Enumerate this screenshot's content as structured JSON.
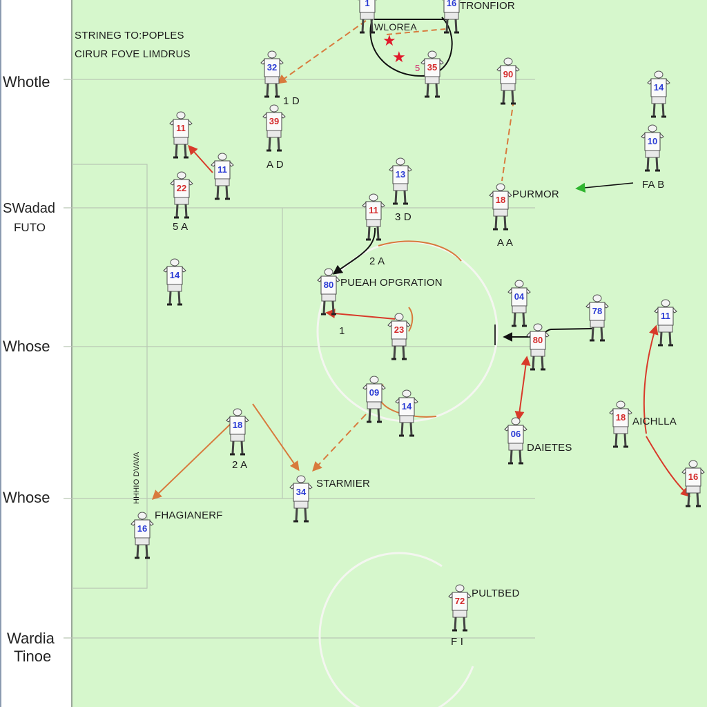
{
  "colors": {
    "pitch": "#d6f7cc",
    "pitch_lines": "#b9c7b4",
    "left_margin": "#ffffff",
    "arrow_orange": "#d87a3d",
    "arrow_red": "#d83a2a",
    "arrow_black": "#111111",
    "arrow_green": "#2fb52f",
    "star": "#e0192a",
    "red_number": "#d42a2a",
    "blue_number": "#2a3bd4"
  },
  "side_labels": {
    "whotle": "Whotle",
    "swadad": "SWadad",
    "futo": "FUTO",
    "whose_1": "Whose",
    "whose_2": "Whose",
    "wardia": "Wardia",
    "tinoe": "Tinoe"
  },
  "texts": {
    "header_line_1": "STRINEG TO:POPLES",
    "header_line_2": "CIRUR FOVE LIMDRUS",
    "tronfior": "TRONFIOR",
    "wlorea": "WLOREA",
    "one_d": "1   D",
    "a_d": "A D",
    "five_a": "5  A",
    "three_d": "3  D",
    "two_a_center": "2  A",
    "one": "1",
    "purmor": "PURMOR",
    "fa_b": "FA  B",
    "a_a": "A  A",
    "pueah": "PUEAH OPGRATION",
    "two_a_low": "2  A",
    "starmier": "STARMIER",
    "fhagianerf": "FHAGIANERF",
    "daietes": "DAIETES",
    "aichlla": "AICHLLA",
    "pultbed": "PULTBED",
    "f_i": "F  I",
    "vertical_note": "HHHIO DVAVA"
  },
  "players": [
    {
      "number": "1",
      "color": "blue"
    },
    {
      "number": "16",
      "color": "blue"
    },
    {
      "number": "32",
      "color": "blue"
    },
    {
      "number": "35",
      "color": "red"
    },
    {
      "number": "90",
      "color": "red"
    },
    {
      "number": "14",
      "color": "blue"
    },
    {
      "number": "11",
      "color": "red"
    },
    {
      "number": "39",
      "color": "red"
    },
    {
      "number": "10",
      "color": "blue"
    },
    {
      "number": "11",
      "color": "blue"
    },
    {
      "number": "22",
      "color": "red"
    },
    {
      "number": "13",
      "color": "blue"
    },
    {
      "number": "11",
      "color": "red"
    },
    {
      "number": "18",
      "color": "red"
    },
    {
      "number": "14",
      "color": "blue"
    },
    {
      "number": "80",
      "color": "blue"
    },
    {
      "number": "04",
      "color": "blue"
    },
    {
      "number": "78",
      "color": "blue"
    },
    {
      "number": "11",
      "color": "blue"
    },
    {
      "number": "23",
      "color": "red"
    },
    {
      "number": "80",
      "color": "red"
    },
    {
      "number": "09",
      "color": "blue"
    },
    {
      "number": "14",
      "color": "blue"
    },
    {
      "number": "18",
      "color": "blue"
    },
    {
      "number": "06",
      "color": "blue"
    },
    {
      "number": "18",
      "color": "red"
    },
    {
      "number": "34",
      "color": "blue"
    },
    {
      "number": "16",
      "color": "red"
    },
    {
      "number": "16",
      "color": "blue"
    },
    {
      "number": "72",
      "color": "red"
    }
  ]
}
